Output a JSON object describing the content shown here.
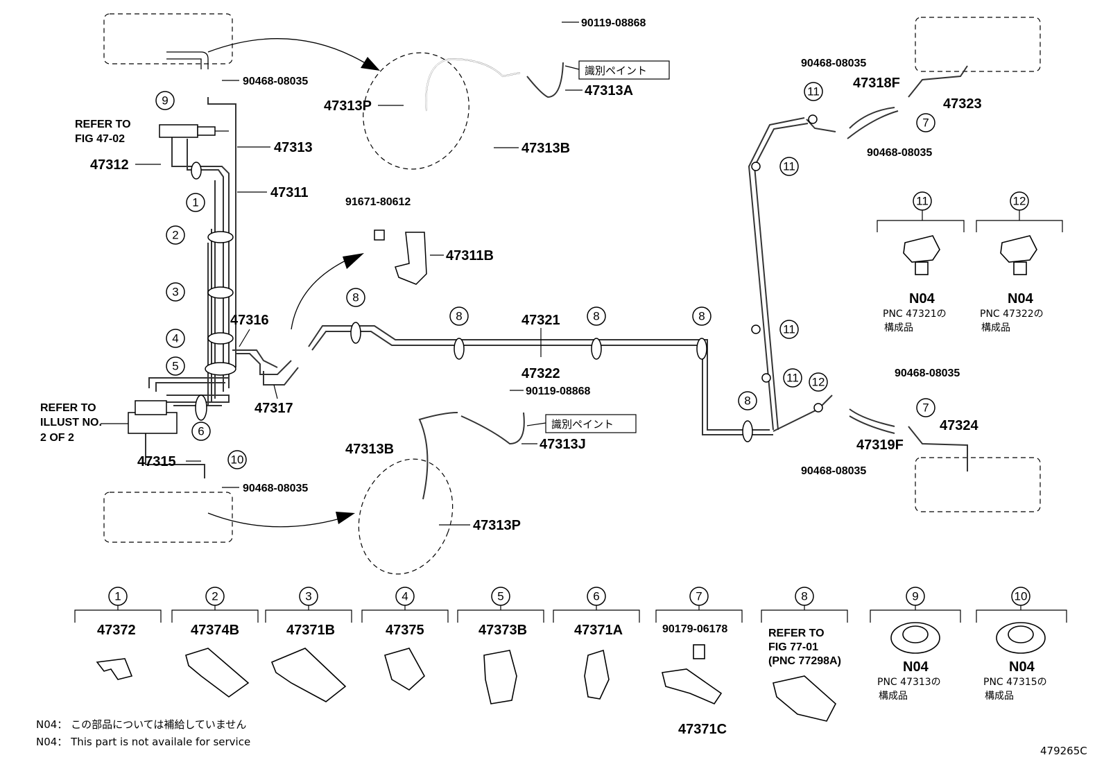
{
  "labels": {
    "p47313": "47313",
    "p47311": "47311",
    "p47312": "47312",
    "p47316": "47316",
    "p47317": "47317",
    "p47315": "47315",
    "p47313P_top": "47313P",
    "p47313A": "47313A",
    "p47313B_top": "47313B",
    "p47311B": "47311B",
    "p47321": "47321",
    "p47322": "47322",
    "p47313B_bot": "47313B",
    "p47313J": "47313J",
    "p47313P_bot": "47313P",
    "p47318F": "47318F",
    "p47323": "47323",
    "p47319F": "47319F",
    "p47324": "47324",
    "bolt_top": "90119-08868",
    "bolt_bot": "90119-08868",
    "clip_top_left": "90468-08035",
    "clip_bot_left": "90468-08035",
    "clip_tr_a": "90468-08035",
    "clip_tr_b": "90468-08035",
    "clip_br_a": "90468-08035",
    "clip_br_b": "90468-08035",
    "bolt_47311B": "91671-80612",
    "paint_top": "識別ペイント",
    "paint_bot": "識別ペイント"
  },
  "refer": {
    "fig4702_l1": "REFER TO",
    "fig4702_l2": "FIG 47-02",
    "illust_l1": "REFER TO",
    "illust_l2": "ILLUST NO.",
    "illust_l3": "2 OF 2"
  },
  "callouts": {
    "c1": "1",
    "c2": "2",
    "c3": "3",
    "c4": "4",
    "c5": "5",
    "c6": "6",
    "c7": "7",
    "c8": "8",
    "c9": "9",
    "c10": "10",
    "c11": "11",
    "c12": "12"
  },
  "detail_11": {
    "num": "11",
    "code": "N04",
    "note1": "PNC 47321の",
    "note2": "構成品"
  },
  "detail_12": {
    "num": "12",
    "code": "N04",
    "note1": "PNC 47322の",
    "note2": "構成品"
  },
  "bottom_clips": [
    {
      "num": "1",
      "part": "47372"
    },
    {
      "num": "2",
      "part": "47374B"
    },
    {
      "num": "3",
      "part": "47371B"
    },
    {
      "num": "4",
      "part": "47375"
    },
    {
      "num": "5",
      "part": "47373B"
    },
    {
      "num": "6",
      "part": "47371A"
    },
    {
      "num": "7",
      "part": "90179-06178",
      "part2": "47371C"
    },
    {
      "num": "8",
      "ref1": "REFER TO",
      "ref2": "FIG 77-01",
      "ref3": "(PNC 77298A)"
    },
    {
      "num": "9",
      "code": "N04",
      "note1": "PNC 47313の",
      "note2": "構成品"
    },
    {
      "num": "10",
      "code": "N04",
      "note1": "PNC 47315の",
      "note2": "構成品"
    }
  ],
  "notes": {
    "jp": "N04： この部品については補給していません",
    "en": "N04： This part is not availale for service"
  },
  "illustration_id": "479265C"
}
